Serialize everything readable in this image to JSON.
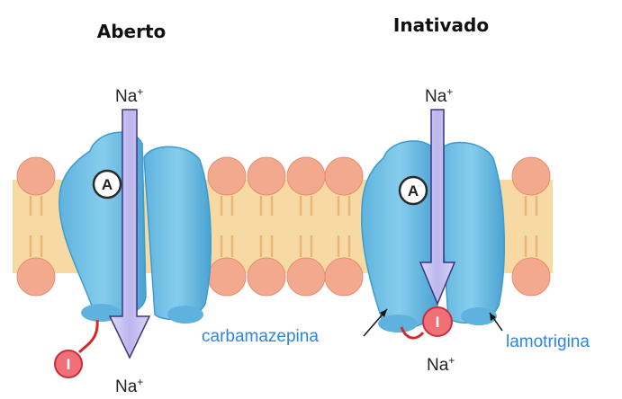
{
  "titles": {
    "open": "Aberto",
    "inactivated": "Inativado"
  },
  "ions": {
    "open_top": "Na",
    "open_bottom": "Na",
    "inactivated_top": "Na",
    "inactivated_bottom": "Na",
    "charge": "+"
  },
  "gates": {
    "activation": "A",
    "inactivation": "I"
  },
  "drugs": {
    "left": "carbamazepina",
    "right": "lamotrigina"
  },
  "colors": {
    "protein": "#6fc0e6",
    "protein_dark": "#3d9ccc",
    "lipid_head": "#f3a98e",
    "lipid_core": "#f7d7a0",
    "arrow": "#c8c4ee",
    "gate_ring": "#2b2b2b",
    "inactivation_gate": "#f07078",
    "tether": "#d62828",
    "drug_text": "#2f86d6"
  }
}
